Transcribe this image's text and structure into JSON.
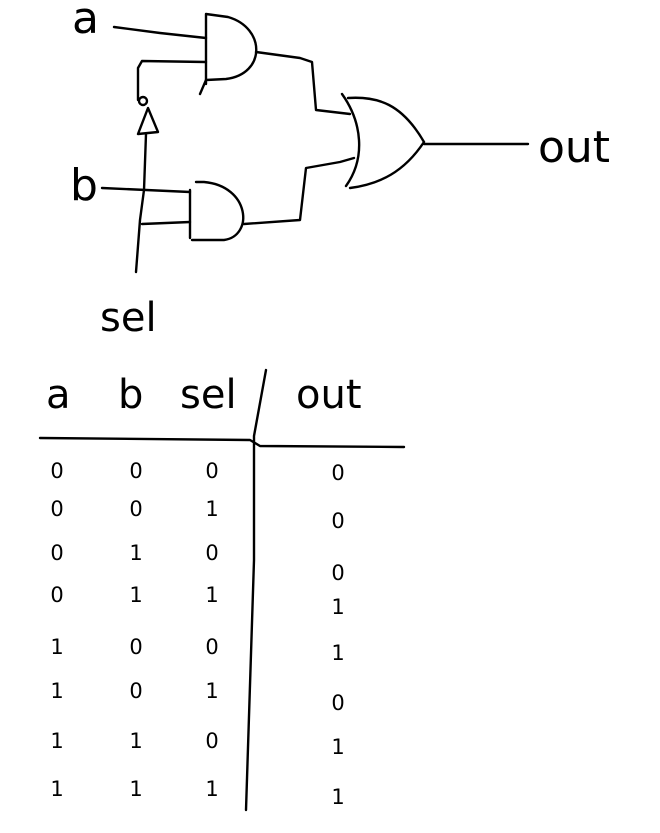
{
  "circuit": {
    "inputs": [
      "a",
      "b",
      "sel"
    ],
    "output": "out",
    "gates": [
      "AND",
      "AND",
      "OR"
    ],
    "inverter": "NOT"
  },
  "truth_table": {
    "headers": [
      "a",
      "b",
      "sel",
      "out"
    ],
    "rows": [
      [
        "0",
        "0",
        "0",
        "0"
      ],
      [
        "0",
        "0",
        "1",
        "0"
      ],
      [
        "0",
        "1",
        "0",
        "0"
      ],
      [
        "0",
        "1",
        "1",
        "1"
      ],
      [
        "1",
        "0",
        "0",
        "1"
      ],
      [
        "1",
        "0",
        "1",
        "0"
      ],
      [
        "1",
        "1",
        "0",
        "1"
      ],
      [
        "1",
        "1",
        "1",
        "1"
      ]
    ]
  }
}
